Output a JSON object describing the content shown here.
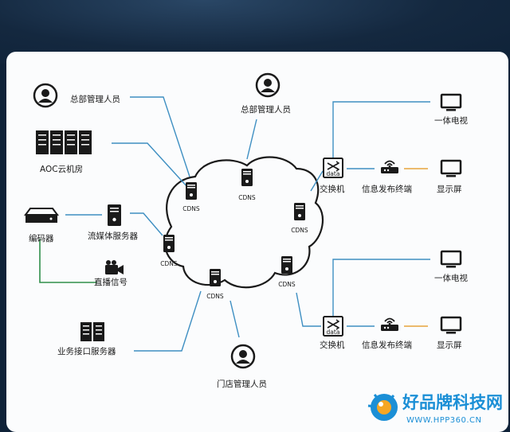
{
  "labels": {
    "hq_staff_left": "总部管理人员",
    "hq_staff_top": "总部管理人员",
    "aoc_room": "AOC云机房",
    "encoder": "编码器",
    "stream_server": "流媒体服务器",
    "live_signal": "直播信号",
    "business_server": "业务接口服务器",
    "store_staff": "门店管理人员",
    "switch_top": "交换机",
    "publisher_top": "信息发布终端",
    "all_in_one_tv_top": "一体电视",
    "display_top": "显示屏",
    "switch_bottom": "交换机",
    "publisher_bottom": "信息发布终端",
    "all_in_one_tv_bottom": "一体电视",
    "display_bottom": "显示屏",
    "switch_icon_text": "data"
  },
  "cdns_nodes": [
    "CDNS",
    "CDNS",
    "CDNS",
    "CDNS",
    "CDNS",
    "CDNS"
  ],
  "watermark": {
    "brand": "好品牌科技网",
    "url": "WWW.HPP360.CN"
  },
  "colors": {
    "line_blue": "#3e8fc2",
    "line_green": "#2f8f4a",
    "line_orange": "#e8a33c",
    "icon_dark": "#1a1a1a",
    "brand_blue": "#1b8fd6"
  }
}
